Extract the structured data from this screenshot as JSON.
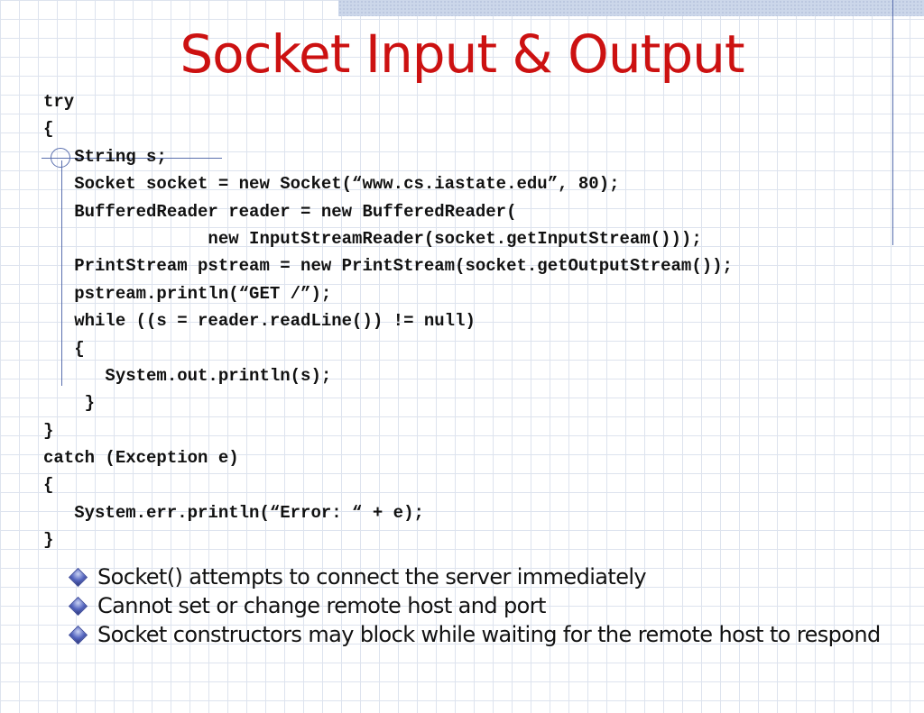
{
  "slide": {
    "title": "Socket Input & Output",
    "code_lines": [
      "try",
      "{",
      "   String s;",
      "   Socket socket = new Socket(“www.cs.iastate.edu”, 80);",
      "   BufferedReader reader = new BufferedReader(",
      "                new InputStreamReader(socket.getInputStream()));",
      "   PrintStream pstream = new PrintStream(socket.getOutputStream());",
      "   pstream.println(“GET /”);",
      "   while ((s = reader.readLine()) != null)",
      "   {",
      "      System.out.println(s);",
      "    }",
      "}",
      "catch (Exception e)",
      "{",
      "   System.err.println(“Error: “ + e);",
      "}"
    ],
    "bullets": [
      "Socket() attempts to connect the server immediately",
      "Cannot set or change remote host and port",
      "Socket constructors may block while waiting for the remote host to respond"
    ],
    "colors": {
      "title": "#cc1111",
      "text": "#111111",
      "accent": "#5a6fae"
    },
    "icons": {
      "bullet": "diamond-bullet-icon"
    }
  }
}
